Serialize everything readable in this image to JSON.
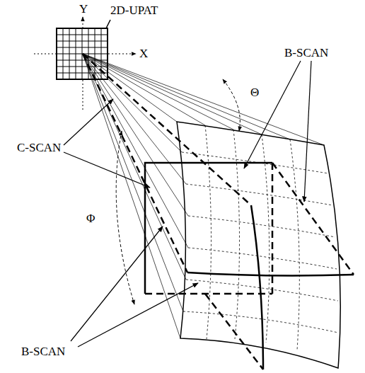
{
  "diagram": {
    "labels": [
      "Y",
      "2D-UPAT",
      "X",
      "B-SCAN",
      "Θ",
      "C-SCAN",
      "Φ",
      "B-SCAN"
    ]
  }
}
